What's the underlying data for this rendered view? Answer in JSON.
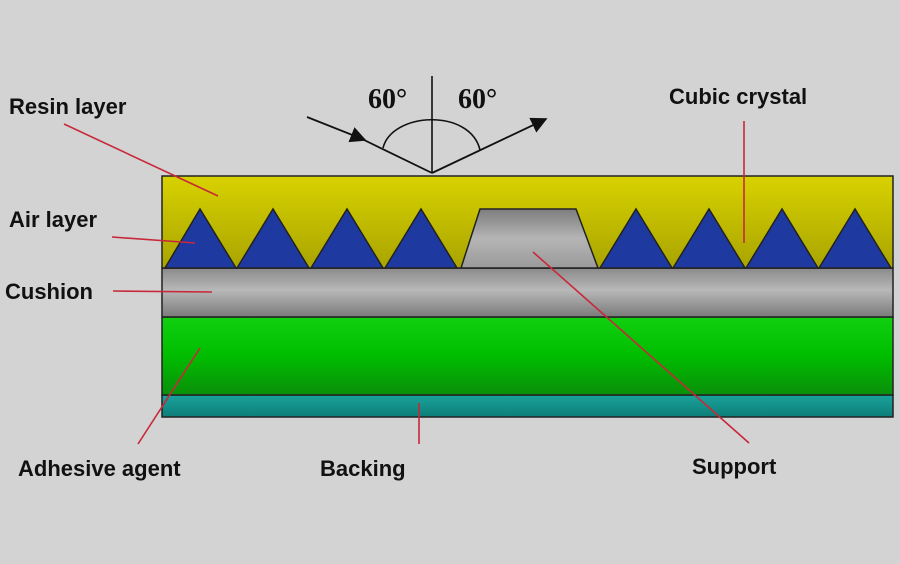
{
  "angles": {
    "left": "60°",
    "right": "60°"
  },
  "labels": {
    "resin_layer": "Resin layer",
    "air_layer": "Air layer",
    "cushion": "Cushion",
    "adhesive_agent": "Adhesive agent",
    "backing": "Backing",
    "support": "Support",
    "cubic_crystal": "Cubic crystal"
  },
  "colors": {
    "background": "#d3d3d3",
    "resin_layer": "#c8c400",
    "cubic_crystal": "#1e3aa0",
    "cushion": "#9a9a9a",
    "adhesive_agent": "#13c713",
    "backing": "#148f8a",
    "leader_lines": "#c8283a"
  }
}
